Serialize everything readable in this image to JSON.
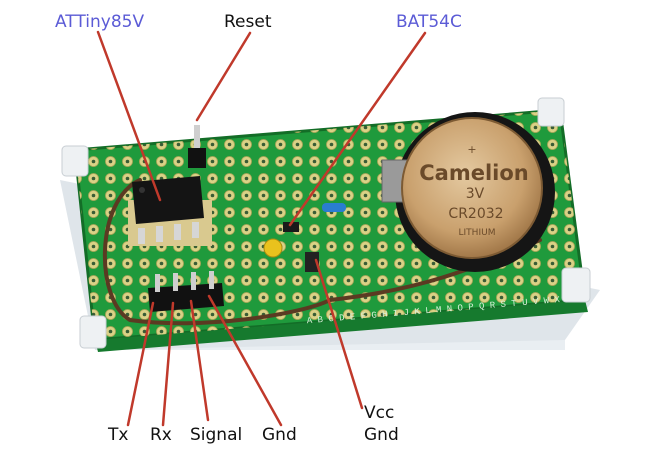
{
  "labels": {
    "attiny": "ATTiny85V",
    "reset": "Reset",
    "bat54c": "BAT54C",
    "tx": "Tx",
    "rx": "Rx",
    "signal": "Signal",
    "gnd": "Gnd",
    "vcc": "Vcc",
    "gnd2": "Gnd"
  },
  "battery": {
    "brand": "Camelion",
    "voltage": "3V",
    "model": "CR2032",
    "chem": "LITHIUM"
  },
  "silkscreen": {
    "letters": "A B C D E F G H I J K L M N O P Q R S T U V W X"
  },
  "colors": {
    "blue_label": "#5b5bd6",
    "pointer": "#c0392b",
    "pcb": "#1f9a3c",
    "standoff": "#e8ecef"
  }
}
